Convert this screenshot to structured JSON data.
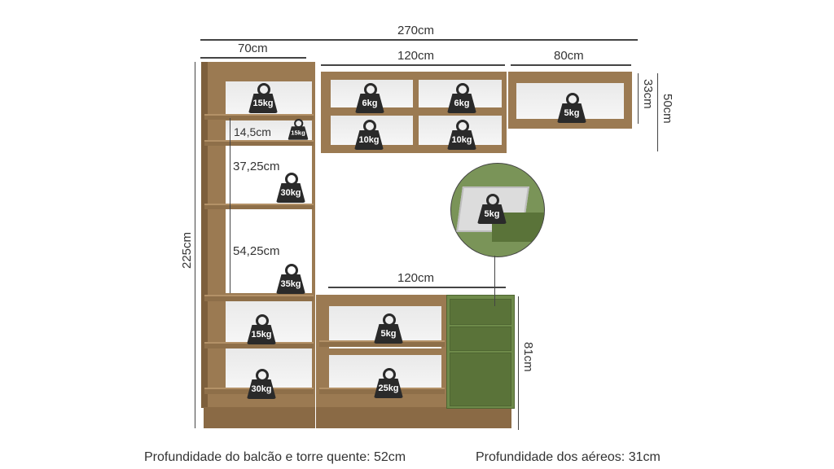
{
  "dimensions": {
    "total_width": "270cm",
    "tower_width": "70cm",
    "upper_middle_width": "120cm",
    "upper_right_width": "80cm",
    "upper_right_inner_height": "33cm",
    "upper_right_outer_height": "50cm",
    "total_height": "225cm",
    "tower_gap_small": "14,5cm",
    "tower_gap_medium": "37,25cm",
    "tower_gap_large": "54,25cm",
    "base_width": "120cm",
    "base_height": "81cm"
  },
  "weights": {
    "tower_top": "15kg",
    "tower_small": "15kg",
    "tower_mid": "30kg",
    "tower_large": "35kg",
    "tower_lower1": "15kg",
    "tower_lower2": "30kg",
    "upper_mid_tl": "6kg",
    "upper_mid_tr": "6kg",
    "upper_mid_bl": "10kg",
    "upper_mid_br": "10kg",
    "upper_right": "5kg",
    "drawer_detail": "5kg",
    "base_shelf_top": "5kg",
    "base_shelf_bottom": "25kg"
  },
  "captions": {
    "counter_depth": "Profundidade do balcão e torre quente: 52cm",
    "upper_depth": "Profundidade dos aéreos: 31cm"
  },
  "colors": {
    "wood": "#9b7a52",
    "green_cabinet": "#6e8a4a",
    "weight_icon": "#2a2a2a"
  }
}
